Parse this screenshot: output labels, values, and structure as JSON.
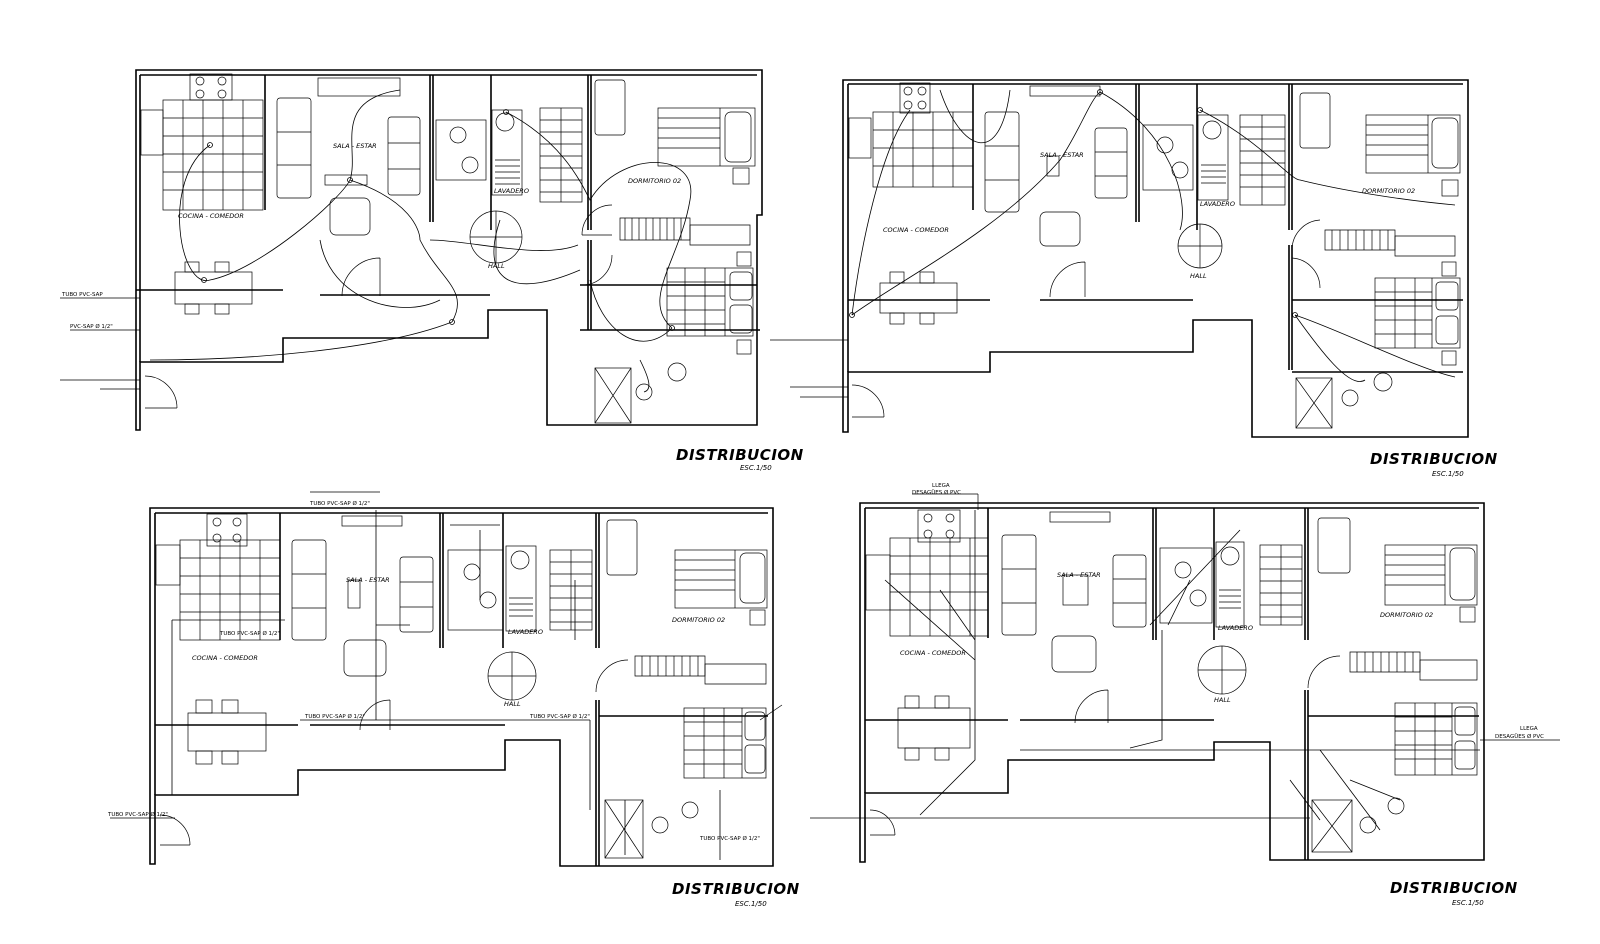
{
  "plans": [
    {
      "title": "DISTRIBUCION",
      "scale": "ESC.1/50",
      "rooms": {
        "kitchen_dining": "COCINA - COMEDOR",
        "living": "SALA - ESTAR",
        "laundry": "LAVADERO",
        "hall": "HALL",
        "bedroom": "DORMITORIO 02"
      },
      "notes": [
        "TUBO PVC-SAP",
        "PVC-SAP Ø 1/2\""
      ]
    },
    {
      "title": "DISTRIBUCION",
      "scale": "ESC.1/50",
      "rooms": {
        "kitchen_dining": "COCINA - COMEDOR",
        "living": "SALA - ESTAR",
        "laundry": "LAVADERO",
        "hall": "HALL",
        "bedroom": "DORMITORIO 02"
      },
      "notes": []
    },
    {
      "title": "DISTRIBUCION",
      "scale": "ESC.1/50",
      "rooms": {
        "kitchen_dining": "COCINA - COMEDOR",
        "living": "SALA - ESTAR",
        "laundry": "LAVADERO",
        "hall": "HALL",
        "bedroom": "DORMITORIO 02"
      },
      "notes": [
        "TUBO PVC-SAP Ø 1/2\"",
        "TUBO PVC-SAP Ø 1/2\"",
        "TUBO PVC-SAP Ø 1/2\"",
        "TUBO PVC-SAP Ø 1/2\"",
        "TUBO PVC-SAP Ø 1/2\"",
        "TUBO PVC-SAP Ø 1/2\""
      ]
    },
    {
      "title": "DISTRIBUCION",
      "scale": "ESC.1/50",
      "rooms": {
        "kitchen_dining": "COCINA - COMEDOR",
        "living": "SALA - ESTAR",
        "laundry": "LAVADERO",
        "hall": "HALL",
        "bedroom": "DORMITORIO 02"
      },
      "notes": [
        "LLEGA",
        "DESAGÜES Ø PVC",
        "LLEGA",
        "DESAGÜES Ø PVC"
      ]
    }
  ]
}
